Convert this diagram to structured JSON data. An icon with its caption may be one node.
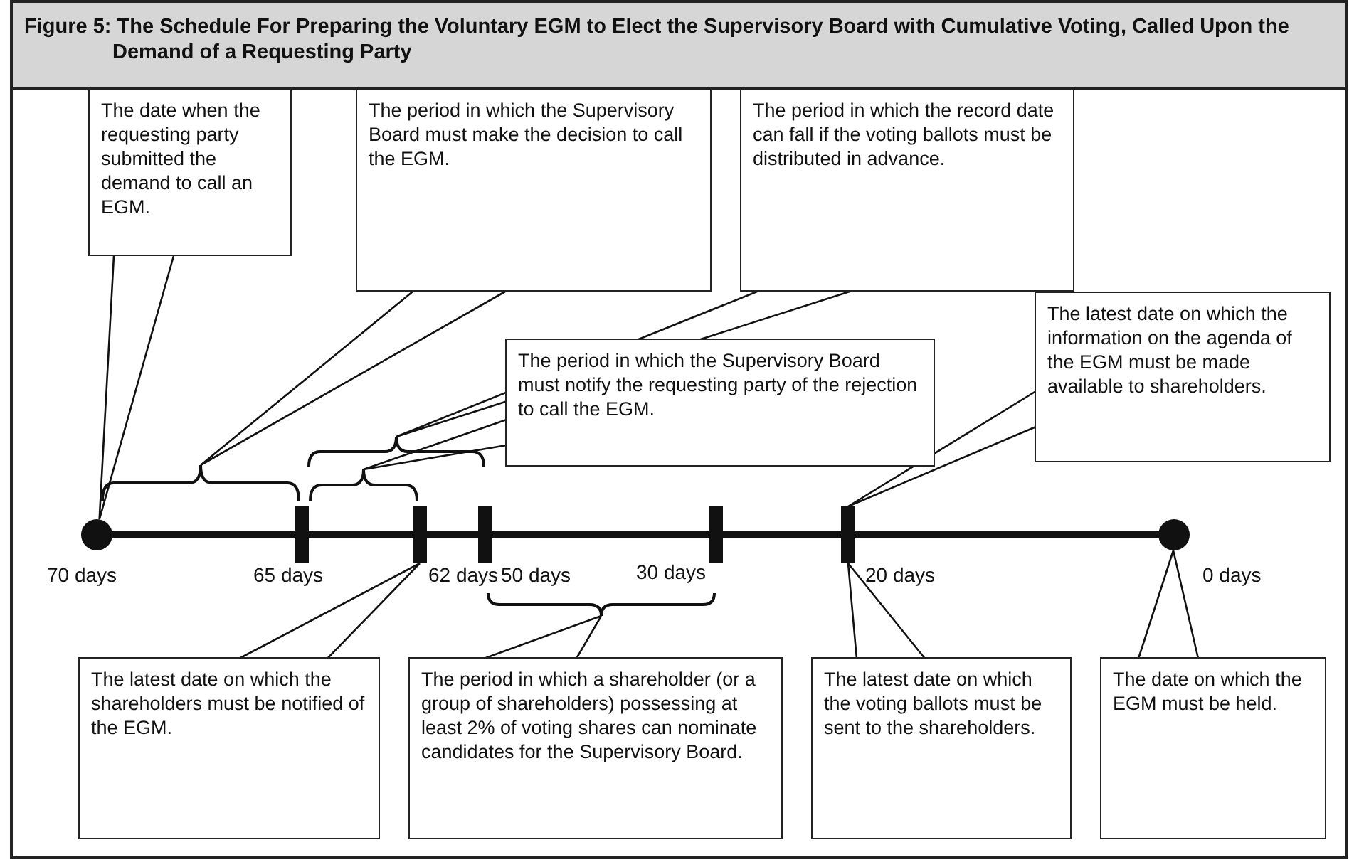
{
  "diagram": {
    "title": "Figure 5: The Schedule For Preparing the Voluntary EGM to Elect the Supervisory Board with Cumulative Voting, Called Upon the Demand of a Requesting Party",
    "nodes": [
      {
        "text": [
          "The date when the requesting party submitted the demand to call an EGM."
        ]
      },
      {
        "text": [
          "The period in which the Supervisory Board must make the decision to call the EGM."
        ]
      },
      {
        "text": [
          "The period in which the record date can fall if the voting ballots must be distributed in advance."
        ]
      },
      {
        "text": [
          "The period in which the Supervisory Board must notify the requesting party of the rejection to call the EGM."
        ]
      },
      {
        "text": [
          "The latest date on which the information on the agenda of the EGM must be made available to shareholders."
        ]
      },
      {
        "text": [],
        "shape": "circle",
        "beside": [
          "70 days"
        ]
      },
      {
        "text": [],
        "shape": "bar",
        "beside": [
          "65 days"
        ]
      },
      {
        "text": [],
        "shape": "bar",
        "beside": [
          "62 days"
        ]
      },
      {
        "text": [],
        "shape": "bar",
        "beside": [
          "50 days"
        ]
      },
      {
        "text": [],
        "shape": "bar",
        "beside": [
          "30 days"
        ]
      },
      {
        "text": [],
        "shape": "bar",
        "beside": [
          "20 days"
        ]
      },
      {
        "text": [],
        "shape": "circle",
        "beside": [
          "0 days"
        ]
      },
      {
        "text": [],
        "shape": "brace"
      },
      {
        "text": [],
        "shape": "brace"
      },
      {
        "text": [],
        "shape": "brace"
      },
      {
        "text": [],
        "shape": "brace"
      },
      {
        "text": [
          "The latest date on which the shareholders must be notified of the EGM."
        ]
      },
      {
        "text": [
          "The period in which a shareholder (or a group of shareholders) possessing at least 2% of voting shares can nominate candidates for the Supervisory Board."
        ]
      },
      {
        "text": [
          "The latest date on which the voting ballots must be sent to the shareholders."
        ]
      },
      {
        "text": [
          "The date on which the EGM must be held."
        ]
      }
    ],
    "edges": [
      {
        "from": 5,
        "to": 6,
        "arrow": "none",
        "style": "thick"
      },
      {
        "from": 6,
        "to": 7,
        "arrow": "none",
        "style": "thick"
      },
      {
        "from": 7,
        "to": 8,
        "arrow": "none",
        "style": "thick"
      },
      {
        "from": 8,
        "to": 9,
        "arrow": "none",
        "style": "thick"
      },
      {
        "from": 9,
        "to": 10,
        "arrow": "none",
        "style": "thick"
      },
      {
        "from": 10,
        "to": 11,
        "arrow": "none",
        "style": "thick"
      },
      {
        "from": 0,
        "to": 5,
        "arrow": "none"
      },
      {
        "from": 1,
        "to": 12,
        "arrow": "none"
      },
      {
        "from": 2,
        "to": 14,
        "arrow": "none"
      },
      {
        "from": 3,
        "to": 13,
        "arrow": "none"
      },
      {
        "from": 4,
        "to": 10,
        "arrow": "none"
      },
      {
        "from": 16,
        "to": 7,
        "arrow": "none"
      },
      {
        "from": 17,
        "to": 15,
        "arrow": "none"
      },
      {
        "from": 18,
        "to": 10,
        "arrow": "none"
      },
      {
        "from": 19,
        "to": 11,
        "arrow": "none"
      }
    ]
  }
}
